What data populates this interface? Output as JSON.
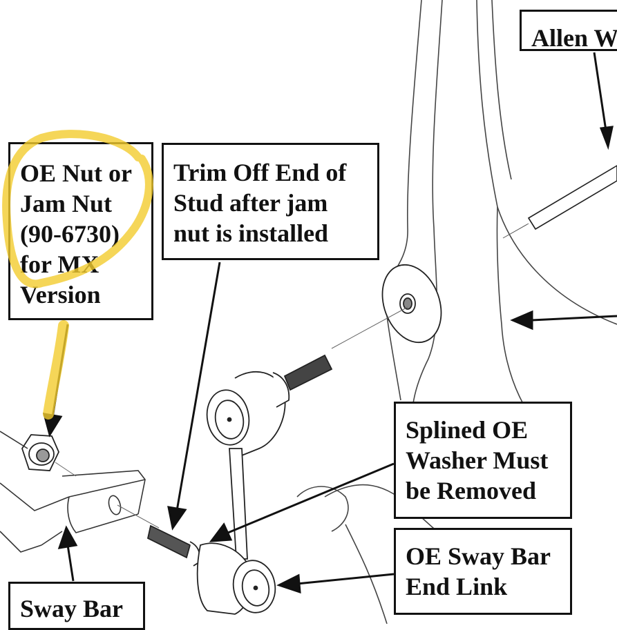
{
  "labels": {
    "allen": "Allen W",
    "oe_nut": [
      "OE Nut or",
      "Jam Nut",
      "(90-6730)",
      "for MX",
      "Version"
    ],
    "trim": [
      "Trim Off End of",
      "Stud after jam",
      "nut is installed"
    ],
    "splined": [
      "Splined OE",
      "Washer Must",
      "be Removed"
    ],
    "end_link": [
      "OE Sway Bar",
      "End Link"
    ],
    "sway_bar": "Sway Bar"
  },
  "colors": {
    "ink": "#111111",
    "line": "#333333",
    "highlight": "#f2cc2e"
  }
}
